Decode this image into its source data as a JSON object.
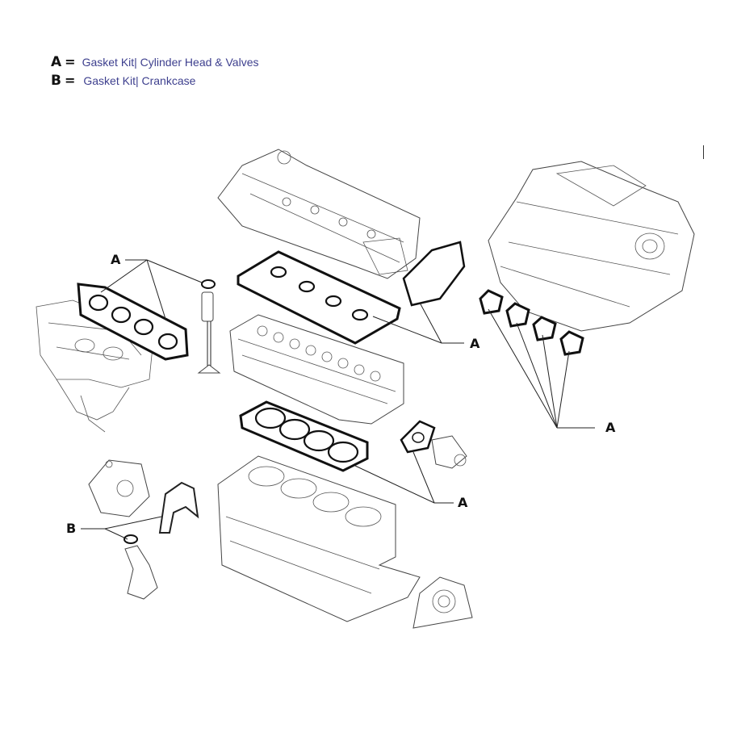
{
  "legend": [
    {
      "key": "A",
      "eq": "=",
      "text": "Gasket Kit| Cylinder Head & Valves"
    },
    {
      "key": "B",
      "eq": "=",
      "text": "Gasket Kit| Crankcase"
    }
  ],
  "callouts": {
    "a_valves": "A",
    "a_head": "A",
    "a_intake": "A",
    "a_block": "A",
    "b_sump": "B"
  },
  "colors": {
    "legend_text": "#3d3f8e",
    "line": "#222222",
    "gasket": "#111111"
  }
}
